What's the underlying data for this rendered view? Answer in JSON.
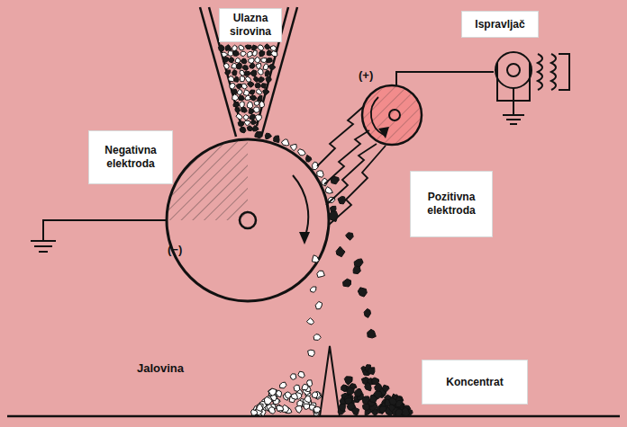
{
  "diagram": {
    "nodes": [
      {
        "text": [
          "Ulazna sirovina"
        ]
      },
      {
        "text": [
          "Ispravljač"
        ]
      },
      {
        "text": [
          "Negativna elektroda"
        ]
      },
      {
        "text": [
          "Pozitivna elektroda"
        ]
      },
      {
        "text": [
          "Koncentrat"
        ]
      }
    ],
    "labels": [
      "(+)",
      "(−)",
      "Jalovina"
    ]
  }
}
